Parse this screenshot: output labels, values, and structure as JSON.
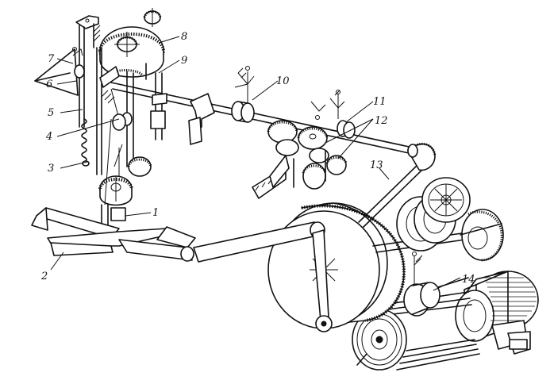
{
  "figure": {
    "callouts": [
      {
        "id": "1",
        "text": "1"
      },
      {
        "id": "2",
        "text": "2"
      },
      {
        "id": "3",
        "text": "3"
      },
      {
        "id": "4",
        "text": "4"
      },
      {
        "id": "5",
        "text": "5"
      },
      {
        "id": "6",
        "text": "6"
      },
      {
        "id": "7",
        "text": "7"
      },
      {
        "id": "8",
        "text": "8"
      },
      {
        "id": "9",
        "text": "9"
      },
      {
        "id": "10",
        "text": "10"
      },
      {
        "id": "11",
        "text": "11"
      },
      {
        "id": "12",
        "text": "12"
      },
      {
        "id": "13",
        "text": "13"
      },
      {
        "id": "14",
        "text": "14"
      }
    ]
  },
  "colors": {
    "ink": "#111111",
    "paper": "#ffffff"
  }
}
